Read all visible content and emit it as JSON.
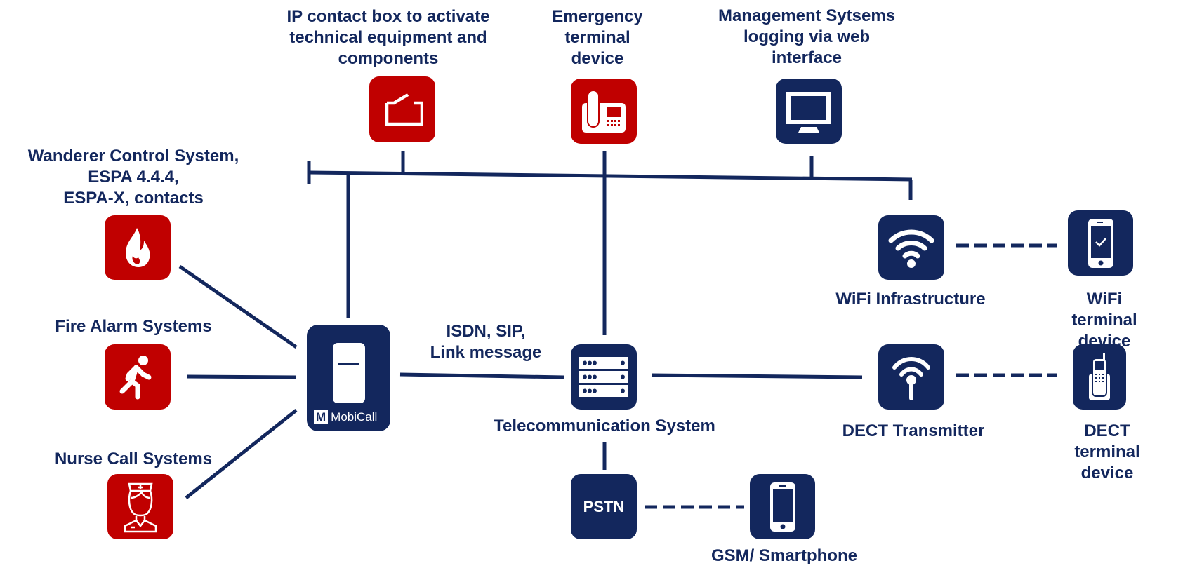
{
  "colors": {
    "navy": "#13275d",
    "red": "#c00000",
    "white": "#ffffff"
  },
  "nodes": {
    "wanderer": {
      "label": "Wanderer Control System,\nESPA 4.4.4,\nESPA-X, contacts",
      "icon": "flame-icon"
    },
    "fire_alarm": {
      "label": "Fire Alarm Systems",
      "icon": "walking-person-icon"
    },
    "nurse_call": {
      "label": "Nurse Call Systems",
      "icon": "nurse-icon"
    },
    "mobicall": {
      "label": "MobiCall",
      "icon": "server-tower-icon"
    },
    "ip_contact": {
      "label": "IP contact box to activate\ntechnical equipment and\ncomponents",
      "icon": "contact-switch-icon"
    },
    "emergency": {
      "label": "Emergency\nterminal\ndevice",
      "icon": "desk-phone-icon"
    },
    "management": {
      "label": "Management Sytsems\nlogging via web\ninterface",
      "icon": "monitor-icon"
    },
    "telecom": {
      "label": "Telecommunication System",
      "icon": "server-rack-icon"
    },
    "wifi_infra": {
      "label": "WiFi Infrastructure",
      "icon": "wifi-icon"
    },
    "wifi_terminal": {
      "label": "WiFi terminal\ndevice",
      "icon": "smartphone-check-icon"
    },
    "dect_tx": {
      "label": "DECT Transmitter",
      "icon": "antenna-icon"
    },
    "dect_terminal": {
      "label": "DECT terminal\ndevice",
      "icon": "cordless-phone-icon"
    },
    "pstn": {
      "label": "PSTN",
      "box_text": "PSTN"
    },
    "gsm": {
      "label": "GSM/ Smartphone",
      "icon": "smartphone-icon"
    }
  },
  "link_labels": {
    "mobicall_telecom": "ISDN, SIP,\nLink message"
  }
}
